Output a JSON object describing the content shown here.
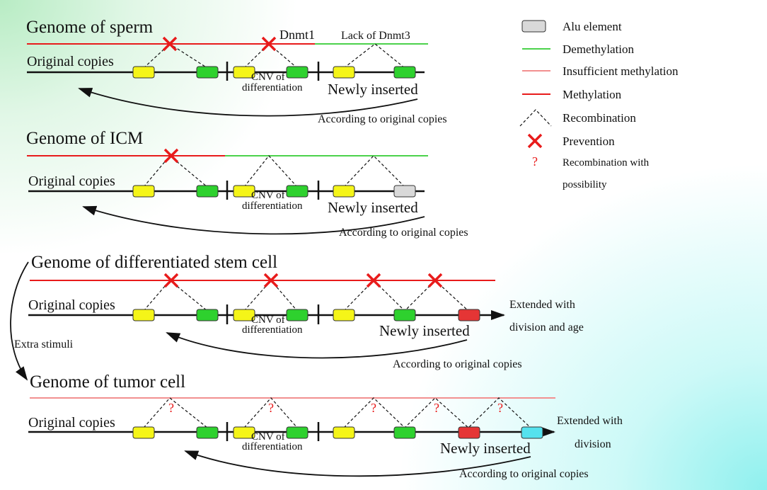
{
  "colors": {
    "methylation": "#e81b1b",
    "insufficient": "#f29090",
    "demethylation": "#4cd24c",
    "alu": "#d9d9d9",
    "yellow": "#f5f518",
    "green": "#2ed12e",
    "red_box": "#e53535",
    "cyan_box": "#55e2ee",
    "prevention": "#e81b1b",
    "question": "#e81b1b"
  },
  "panels": {
    "sperm": {
      "title": "Genome of sperm",
      "dnmt1": "Dnmt1",
      "lack": "Lack of Dnmt3",
      "original": "Original copies",
      "cnv1": "CNV of",
      "cnv2": "differentiation",
      "newly": "Newly inserted",
      "according": "According to original copies"
    },
    "icm": {
      "title": "Genome of ICM",
      "original": "Original copies",
      "cnv1": "CNV of",
      "cnv2": "differentiation",
      "newly": "Newly inserted",
      "according": "According to original copies"
    },
    "stem": {
      "title": "Genome of differentiated stem cell",
      "original": "Original copies",
      "cnv1": "CNV of",
      "cnv2": "differentiation",
      "newly": "Newly inserted",
      "according": "According to original copies",
      "extended1": "Extended with",
      "extended2": "division and age"
    },
    "tumor": {
      "title": "Genome of tumor cell",
      "original": "Original copies",
      "cnv1": "CNV of",
      "cnv2": "differentiation",
      "newly": "Newly inserted",
      "according": "According to original copies",
      "extended1": "Extended with",
      "extended2": "division",
      "question": "?"
    }
  },
  "extra_stimuli": "Extra stimuli",
  "legend": [
    {
      "symbol": "alu-box",
      "label": "Alu element"
    },
    {
      "symbol": "demethylation-line",
      "label": "Demethylation"
    },
    {
      "symbol": "insufficient-line",
      "label": "Insufficient methylation"
    },
    {
      "symbol": "methylation-line",
      "label": "Methylation"
    },
    {
      "symbol": "dashed-caret",
      "label": "Recombination"
    },
    {
      "symbol": "red-cross",
      "label": "Prevention"
    },
    {
      "symbol": "red-question",
      "label": "Recombination with",
      "label2": "possibility"
    }
  ]
}
